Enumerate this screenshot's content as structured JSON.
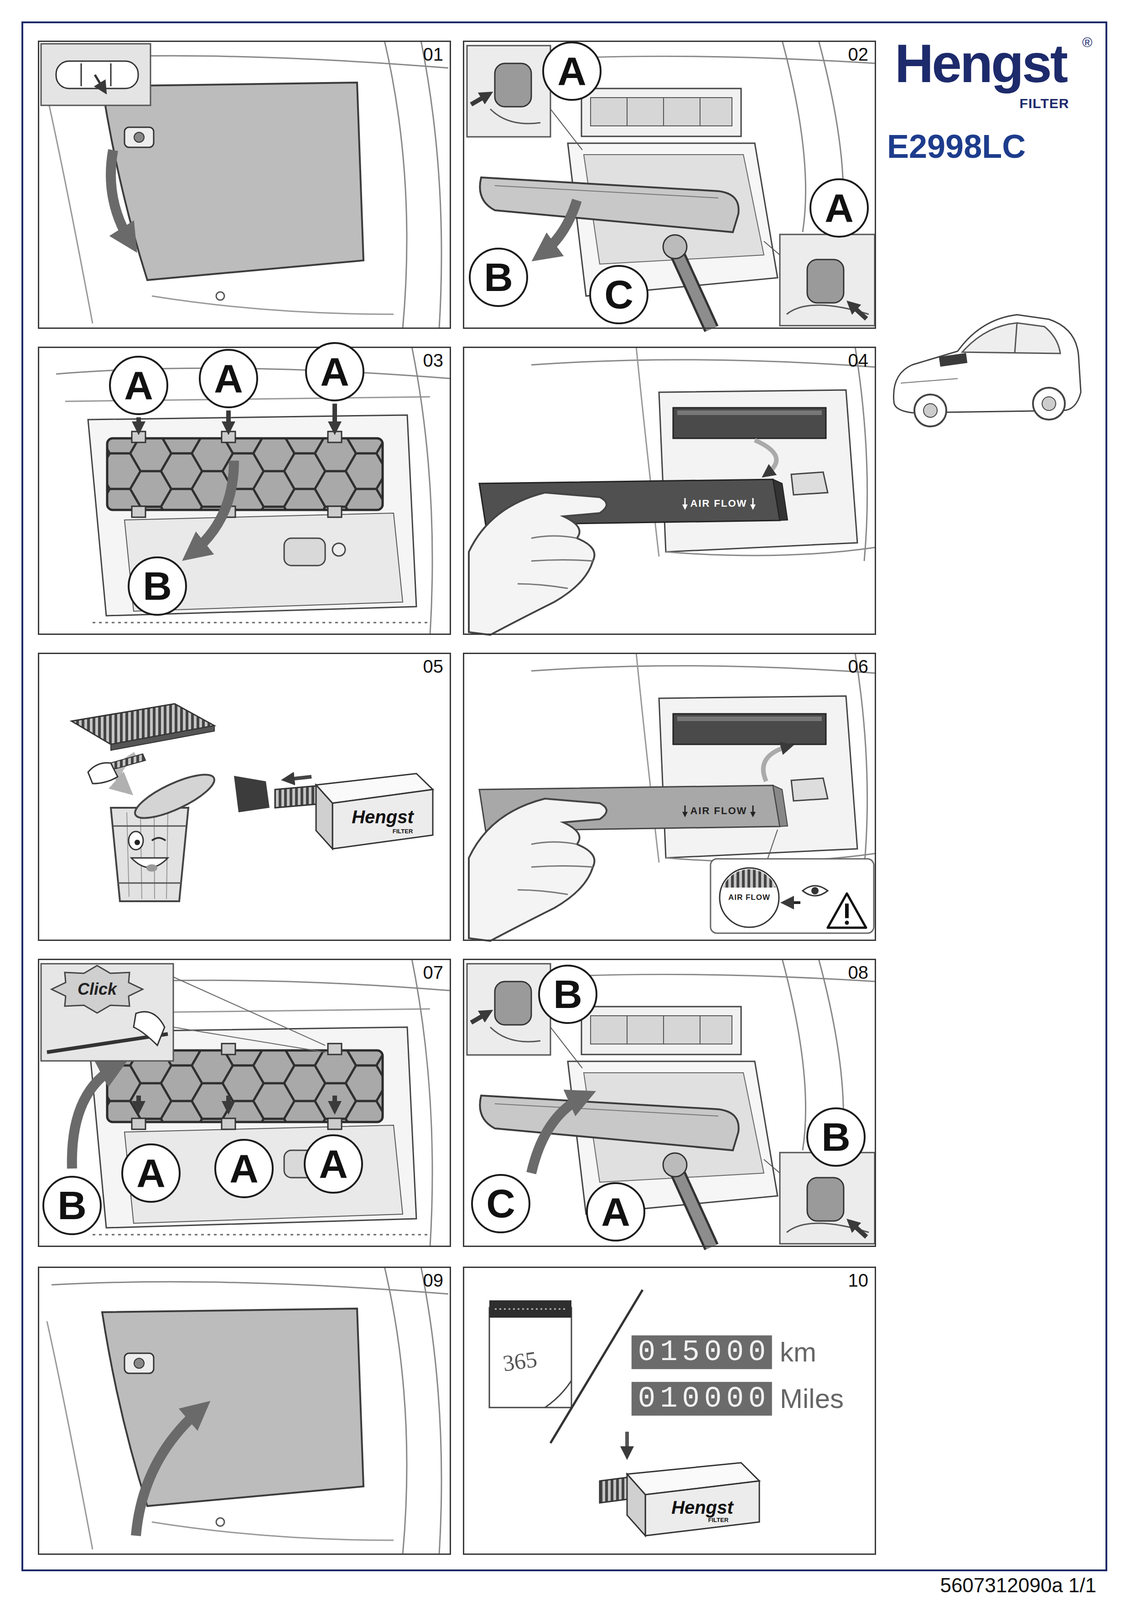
{
  "diagram": {
    "title": "E2998LC",
    "nodes": [
      {
        "text": [
          "01"
        ]
      },
      {
        "text": [
          "02"
        ]
      },
      {
        "text": [
          "A"
        ],
        "in": 1
      },
      {
        "text": [
          "A"
        ],
        "in": 1
      },
      {
        "text": [
          "B"
        ],
        "in": 1
      },
      {
        "text": [
          "C"
        ],
        "in": 1
      },
      {
        "text": [
          "03"
        ]
      },
      {
        "text": [
          "A"
        ],
        "in": 6
      },
      {
        "text": [
          "A"
        ],
        "in": 6
      },
      {
        "text": [
          "A"
        ],
        "in": 6
      },
      {
        "text": [
          "B"
        ],
        "in": 6
      },
      {
        "text": [
          "04"
        ]
      },
      {
        "text": [
          "05"
        ]
      },
      {
        "text": [
          "06"
        ]
      },
      {
        "text": [
          "07"
        ]
      },
      {
        "text": [
          "A"
        ],
        "in": 14
      },
      {
        "text": [
          "A"
        ],
        "in": 14
      },
      {
        "text": [
          "A"
        ],
        "in": 14
      },
      {
        "text": [
          "B"
        ],
        "in": 14
      },
      {
        "text": [
          "08"
        ]
      },
      {
        "text": [
          "B"
        ],
        "in": 19
      },
      {
        "text": [
          "B"
        ],
        "in": 19
      },
      {
        "text": [
          "C"
        ],
        "in": 19
      },
      {
        "text": [
          "A"
        ],
        "in": 19
      },
      {
        "text": [
          "09"
        ]
      },
      {
        "text": [
          "10"
        ]
      }
    ],
    "labels": [
      "Hengst",
      "®",
      "FILTER",
      "AIR FLOW",
      "Hengst",
      "FILTER",
      "AIR FLOW",
      "AIR FLOW",
      "Click",
      "365",
      "015000",
      "km",
      "010000",
      "Miles",
      "Hengst",
      "FILTER",
      "5607312090a 1/1"
    ]
  }
}
